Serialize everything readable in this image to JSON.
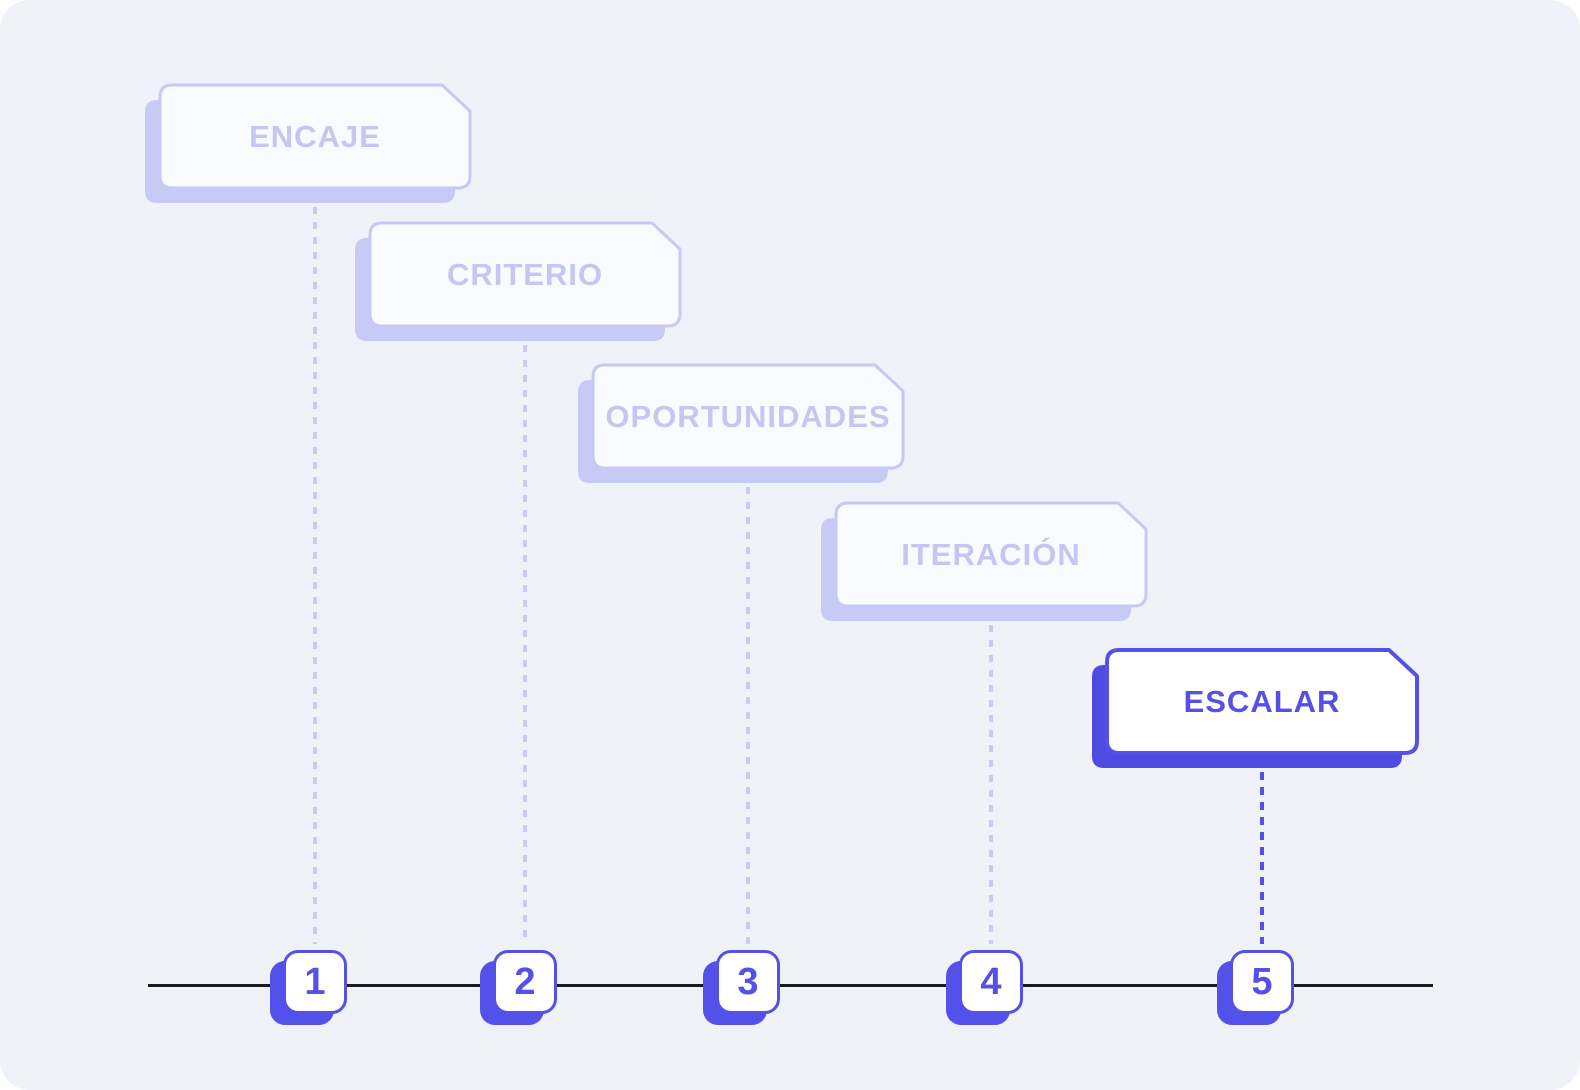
{
  "diagram": {
    "description": "Five-step roadmap timeline, step 5 highlighted",
    "steps": [
      {
        "number": "1",
        "label": "ENCAJE",
        "state": "upcoming"
      },
      {
        "number": "2",
        "label": "CRITERIO",
        "state": "upcoming"
      },
      {
        "number": "3",
        "label": "OPORTUNIDADES",
        "state": "upcoming"
      },
      {
        "number": "4",
        "label": "ITERACIÓN",
        "state": "upcoming"
      },
      {
        "number": "5",
        "label": "ESCALAR",
        "state": "active"
      }
    ],
    "colors": {
      "background": "#eff2f8",
      "card_fill": "#f9fbfe",
      "accent": "#5551e8",
      "accent_shadow": "#4f4be2",
      "muted_border": "#c7c8f4",
      "muted_shadow": "#c8caf6",
      "muted_text": "#c5c6f1",
      "timeline_line": "#1b1b1d"
    }
  }
}
